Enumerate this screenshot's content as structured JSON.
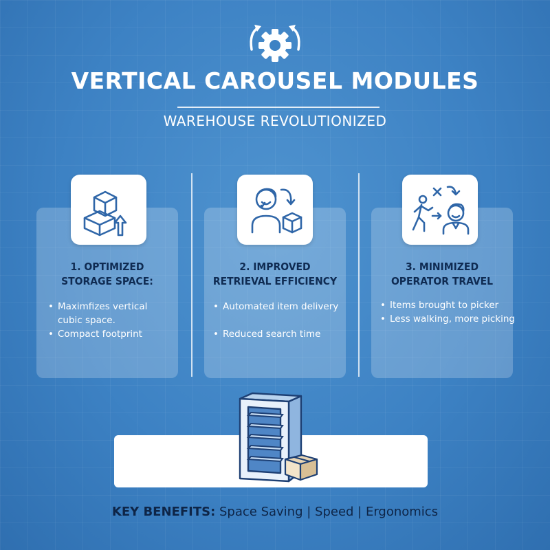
{
  "header": {
    "title": "VERTICAL CAROUSEL MODULES",
    "subtitle": "WAREHOUSE REVOLUTIONIZED",
    "icon": "gear-with-arrows-icon"
  },
  "cards": [
    {
      "title_line1": "1. OPTIMIZED",
      "title_line2": "STORAGE SPACE:",
      "icon": "stacked-boxes-arrow-icon",
      "bullets": [
        "Maximfizes vertical",
        "cubic space.",
        "Compact footprint"
      ]
    },
    {
      "title_line1": "2. IMPROVED",
      "title_line2": "RETRIEVAL EFFICIENCY",
      "icon": "person-box-delivery-icon",
      "bullets": [
        "Automated item delivery",
        "Reduced search time"
      ]
    },
    {
      "title_line1": "3. MINIMIZED",
      "title_line2": "OPERATOR TRAVEL",
      "icon": "walking-person-to-picker-icon",
      "bullets": [
        "Items brought to picker",
        "Less walking, more picking"
      ]
    }
  ],
  "footer": {
    "label": "KEY BENEFITS:",
    "benefits": "Space Saving | Speed | Ergonomics"
  },
  "colors": {
    "background": "#3d82c4",
    "title_text": "#ffffff",
    "card_title_text": "#0f2b52",
    "icon_stroke": "#2f66a8",
    "footer_text": "#0e2547"
  }
}
